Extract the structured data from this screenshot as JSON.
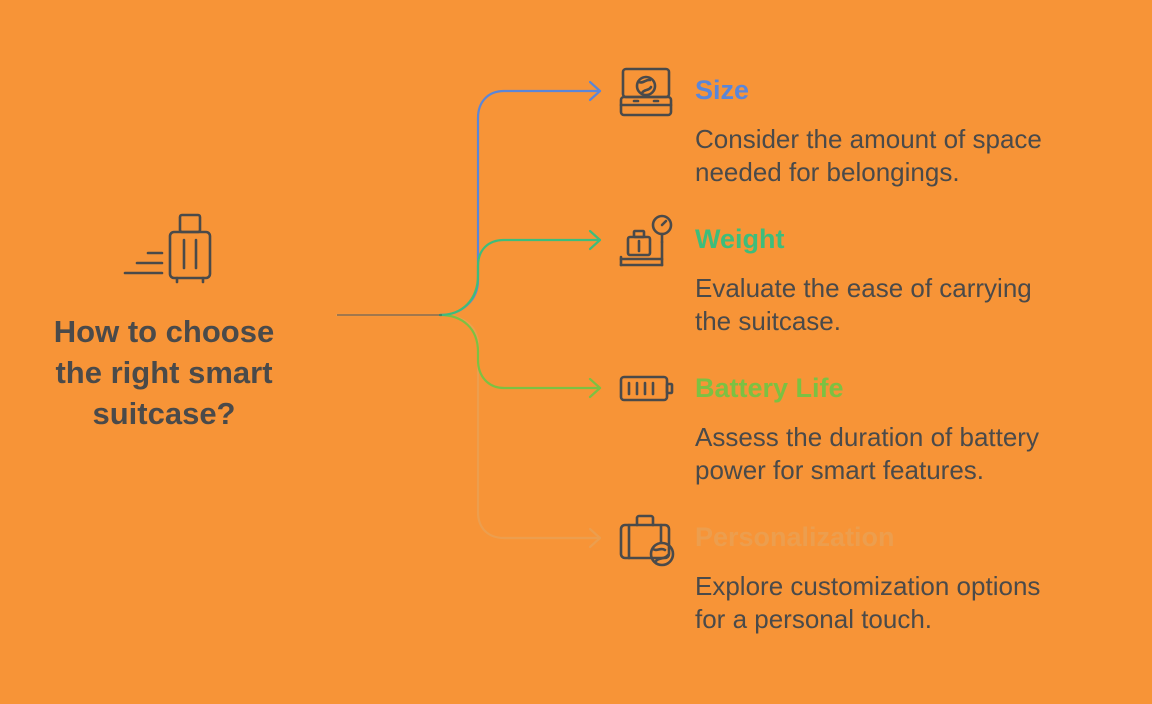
{
  "diagram": {
    "title": "How to choose\nthe right smart\nsuitcase?",
    "colors": {
      "background": "#f79437",
      "text": "#4a4a4a"
    },
    "branches": [
      {
        "title": "Size",
        "description": "Consider the amount of space\nneeded for belongings.",
        "color": "#5b86d8",
        "icon": "open-suitcase-icon"
      },
      {
        "title": "Weight",
        "description": "Evaluate the ease of carrying\nthe suitcase.",
        "color": "#3ebd7b",
        "icon": "luggage-scale-icon"
      },
      {
        "title": "Battery Life",
        "description": "Assess the duration of battery\npower for smart features.",
        "color": "#7cc142",
        "icon": "battery-icon"
      },
      {
        "title": "Personalization",
        "description": "Explore customization options\nfor a personal touch.",
        "color": "#ec9e4e",
        "icon": "travel-bag-globe-icon"
      }
    ]
  }
}
